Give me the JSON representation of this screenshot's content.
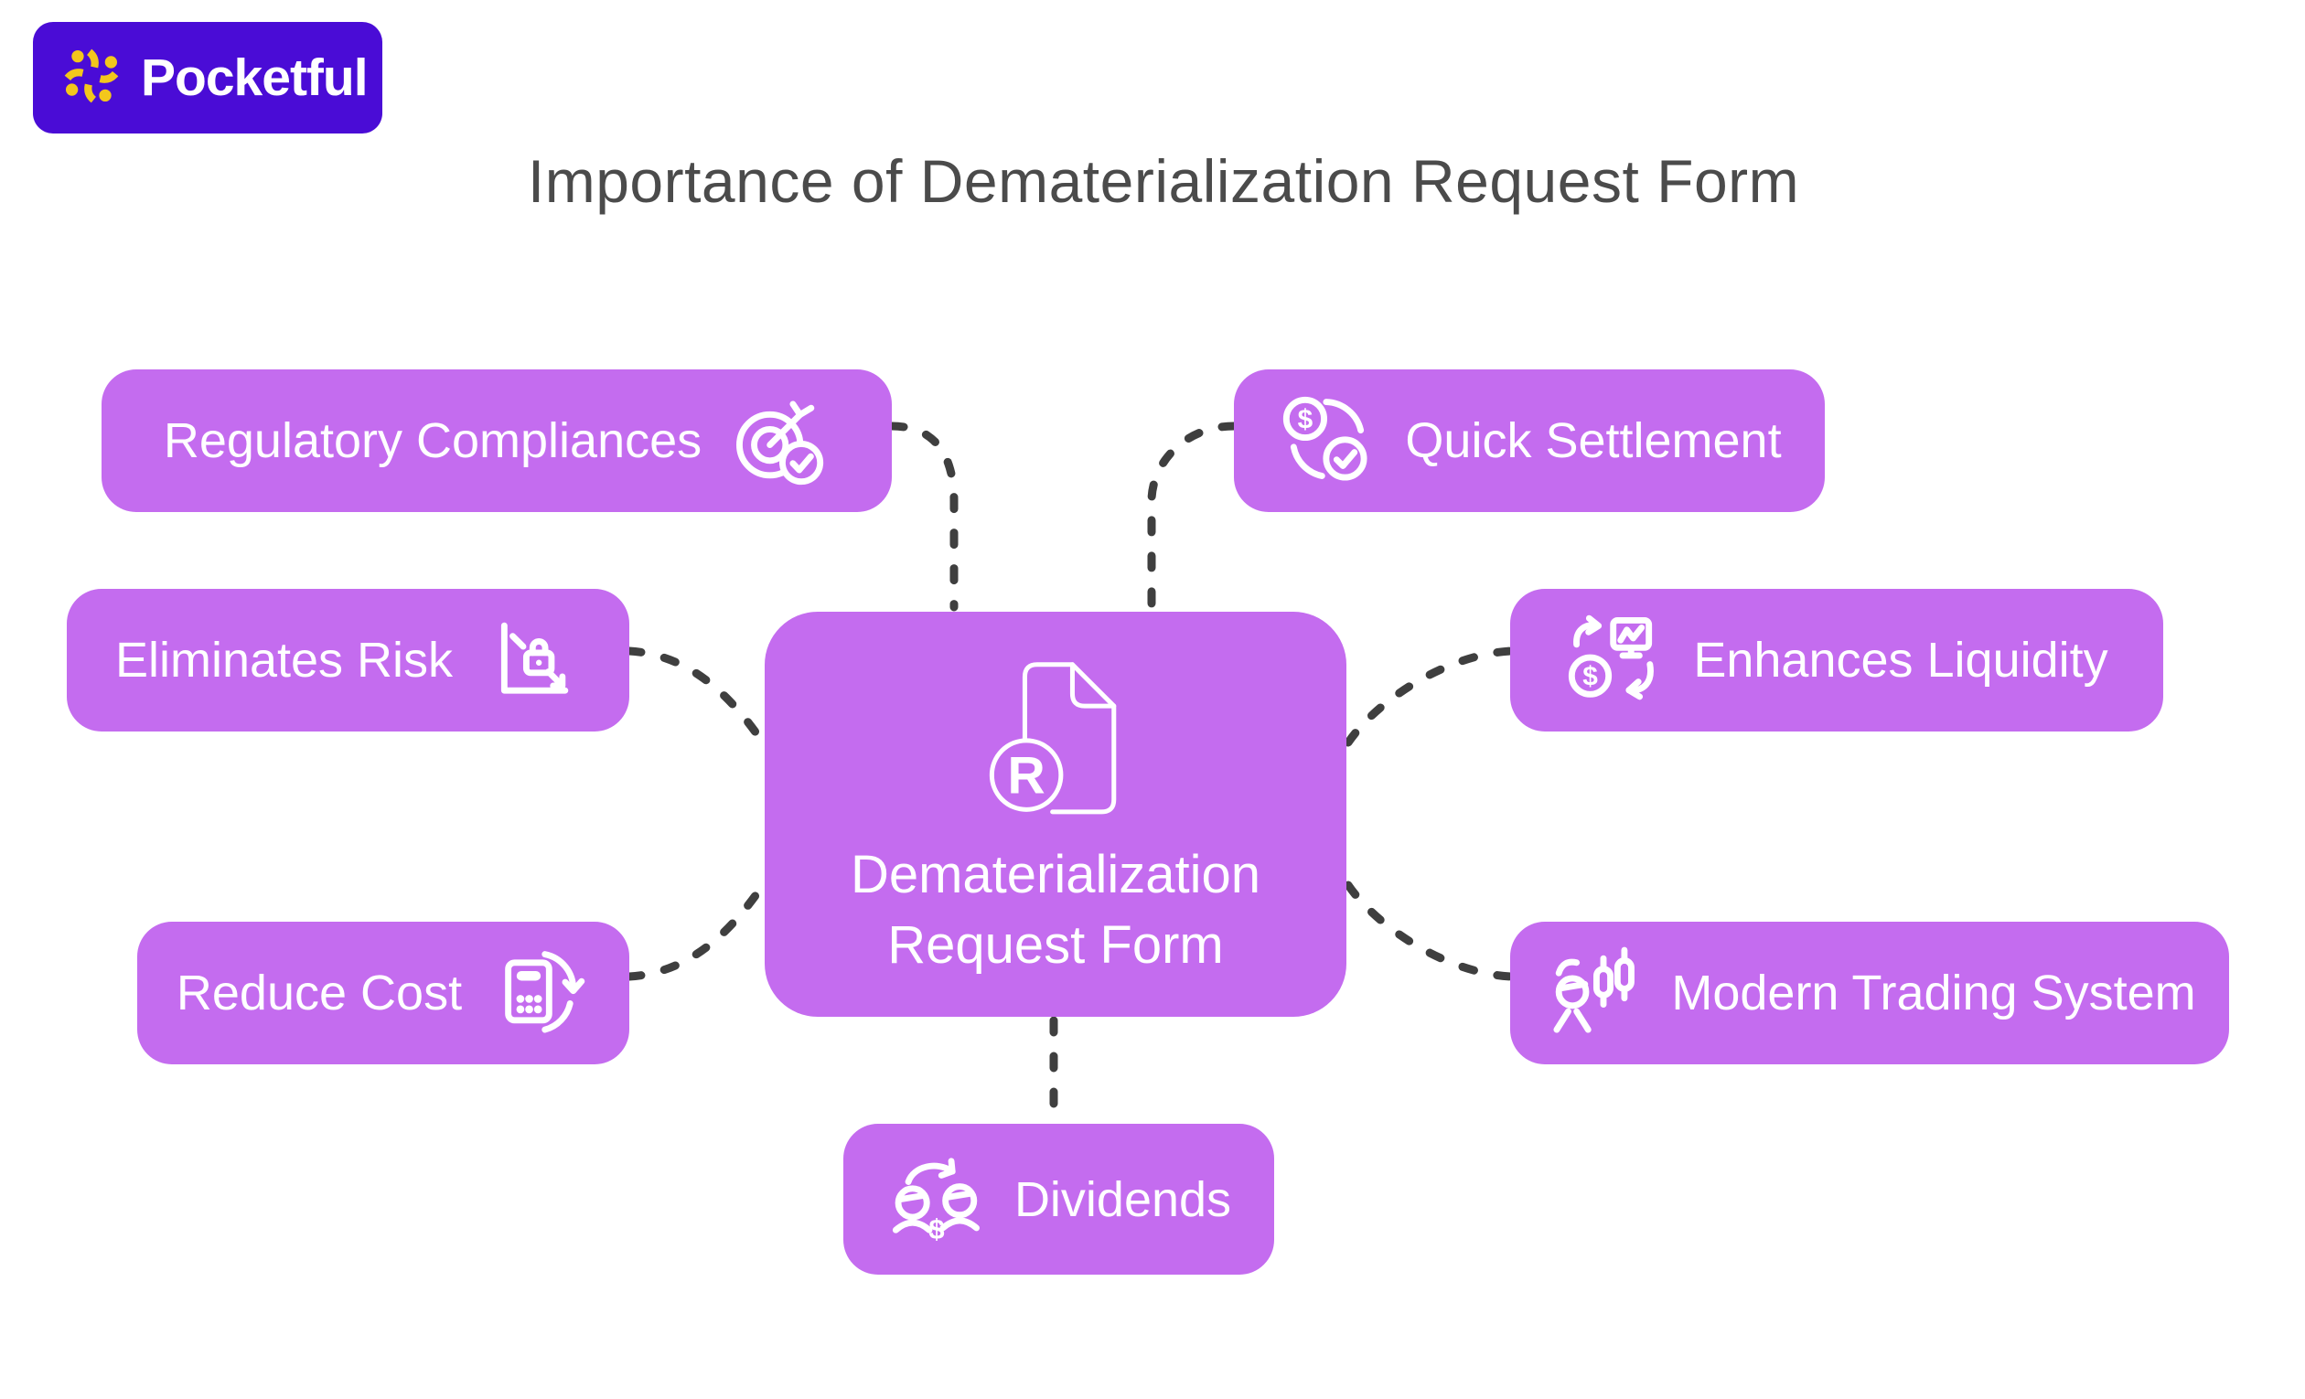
{
  "logo": {
    "brand": "Pocketful",
    "icon": "pinwheel-flower-icon"
  },
  "title": "Importance of Dematerialization Request Form",
  "center_node": {
    "line1": "Dematerialization",
    "line2": "Request Form",
    "icon": "document-rupee-icon"
  },
  "nodes": [
    {
      "id": "regulatory-compliances",
      "label": "Regulatory Compliances",
      "icon": "target-arrow-check-icon",
      "icon_side": "right",
      "position": "top-left"
    },
    {
      "id": "quick-settlement",
      "label": "Quick Settlement",
      "icon": "coin-sync-check-icon",
      "icon_side": "left",
      "position": "top-right"
    },
    {
      "id": "eliminates-risk",
      "label": "Eliminates Risk",
      "icon": "lock-declining-chart-icon",
      "icon_side": "right",
      "position": "mid-left"
    },
    {
      "id": "enhances-liquidity",
      "label": "Enhances Liquidity",
      "icon": "money-exchange-monitor-icon",
      "icon_side": "left",
      "position": "mid-right"
    },
    {
      "id": "reduce-cost",
      "label": "Reduce Cost",
      "icon": "calculator-refresh-icon",
      "icon_side": "right",
      "position": "bottom-left"
    },
    {
      "id": "modern-trading-system",
      "label": "Modern Trading System",
      "icon": "trader-candlesticks-icon",
      "icon_side": "left",
      "position": "bottom-right"
    },
    {
      "id": "dividends",
      "label": "Dividends",
      "icon": "people-dollar-exchange-icon",
      "icon_side": "left",
      "position": "bottom-center"
    }
  ],
  "connections": [
    {
      "from": "center",
      "to": "regulatory-compliances"
    },
    {
      "from": "center",
      "to": "quick-settlement"
    },
    {
      "from": "center",
      "to": "eliminates-risk"
    },
    {
      "from": "center",
      "to": "enhances-liquidity"
    },
    {
      "from": "center",
      "to": "reduce-cost"
    },
    {
      "from": "center",
      "to": "modern-trading-system"
    },
    {
      "from": "center",
      "to": "dividends"
    }
  ],
  "colors": {
    "node_fill": "#c46cef",
    "logo_bg": "#4a0cd6",
    "flower": "#f3c71c",
    "title_color": "#4b4b4b",
    "connector": "#3f3f3f",
    "icon_stroke": "#ffffff",
    "node_text": "#ffffff"
  }
}
